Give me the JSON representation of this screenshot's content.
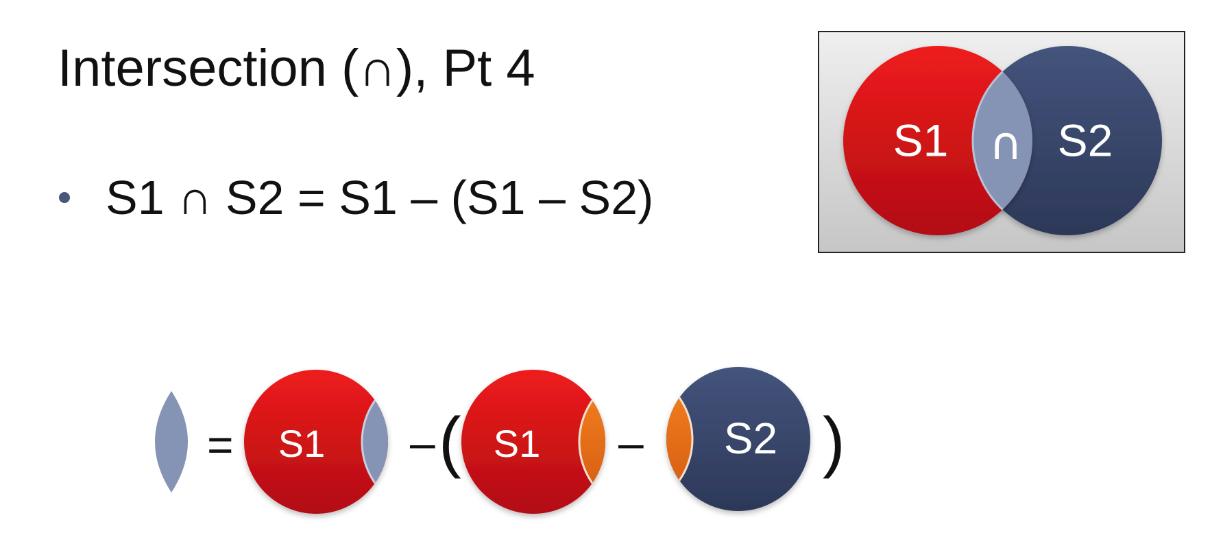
{
  "slide": {
    "title": "Intersection (∩), Pt 4",
    "bullet": "S1 ∩ S2 = S1 – (S1 – S2)"
  },
  "venn": {
    "left_label": "S1",
    "center_label": "∩",
    "right_label": "S2"
  },
  "equation": {
    "equals": "=",
    "minus1": "–",
    "open_paren": "(",
    "minus2": "–",
    "close_paren": ")",
    "term1_label": "S1",
    "term2_label": "S1",
    "term3_label": "S2"
  },
  "colors": {
    "red_top": "#ee1c1c",
    "red_bottom": "#b50d12",
    "navy_top": "#42527a",
    "navy_bottom": "#2e3a5a",
    "lens": "#8594b5",
    "orange_top": "#f7821e",
    "orange_bottom": "#d35a12",
    "box_top": "#efefef",
    "box_bottom": "#c8c8c8"
  }
}
